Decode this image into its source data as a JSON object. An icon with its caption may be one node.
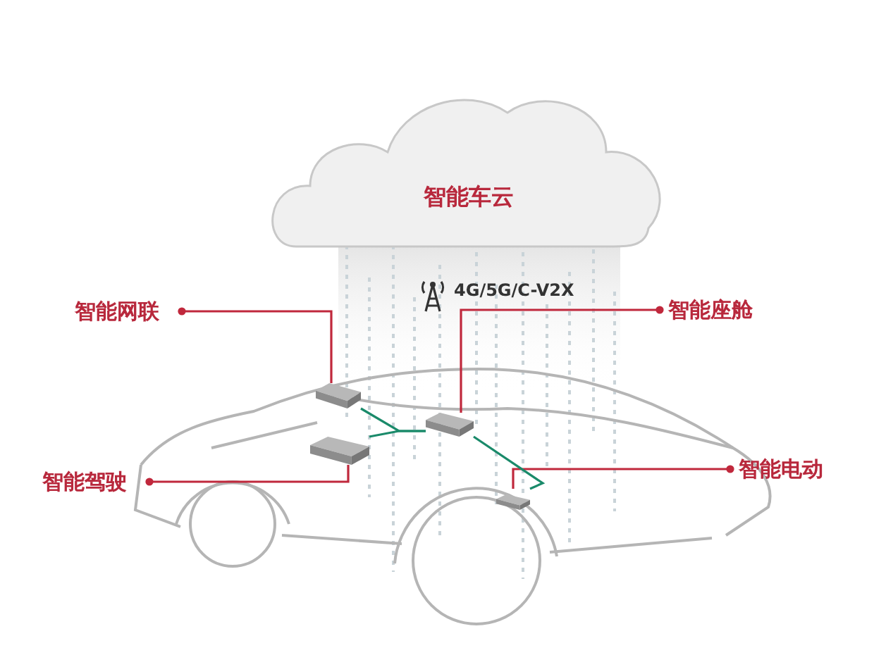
{
  "diagram": {
    "nodes": [
      {
        "text": [
          "智能车云"
        ]
      },
      {
        "text": [
          "智能网联"
        ]
      },
      {
        "text": [
          "智能座舱"
        ]
      },
      {
        "text": [
          "智能驾驶"
        ]
      },
      {
        "text": [
          "智能电动"
        ]
      },
      {
        "text": [],
        "shape": "box"
      },
      {
        "text": [],
        "shape": "box"
      },
      {
        "text": [],
        "shape": "box"
      },
      {
        "text": [],
        "shape": "box"
      }
    ],
    "edges": [
      {
        "from": 1,
        "to": 5,
        "arrow": "other"
      },
      {
        "from": 2,
        "to": 7,
        "arrow": "other"
      },
      {
        "from": 3,
        "to": 6,
        "arrow": "other"
      },
      {
        "from": 4,
        "to": 8,
        "arrow": "other"
      },
      {
        "from": 5,
        "to": 7,
        "arrow": "none",
        "color": "#1a8a6a"
      },
      {
        "from": 6,
        "to": 7,
        "arrow": "none",
        "color": "#1a8a6a"
      },
      {
        "from": 7,
        "to": 8,
        "arrow": "none",
        "color": "#1a8a6a"
      }
    ],
    "labels": [
      "4G/5G/C-V2X"
    ]
  }
}
